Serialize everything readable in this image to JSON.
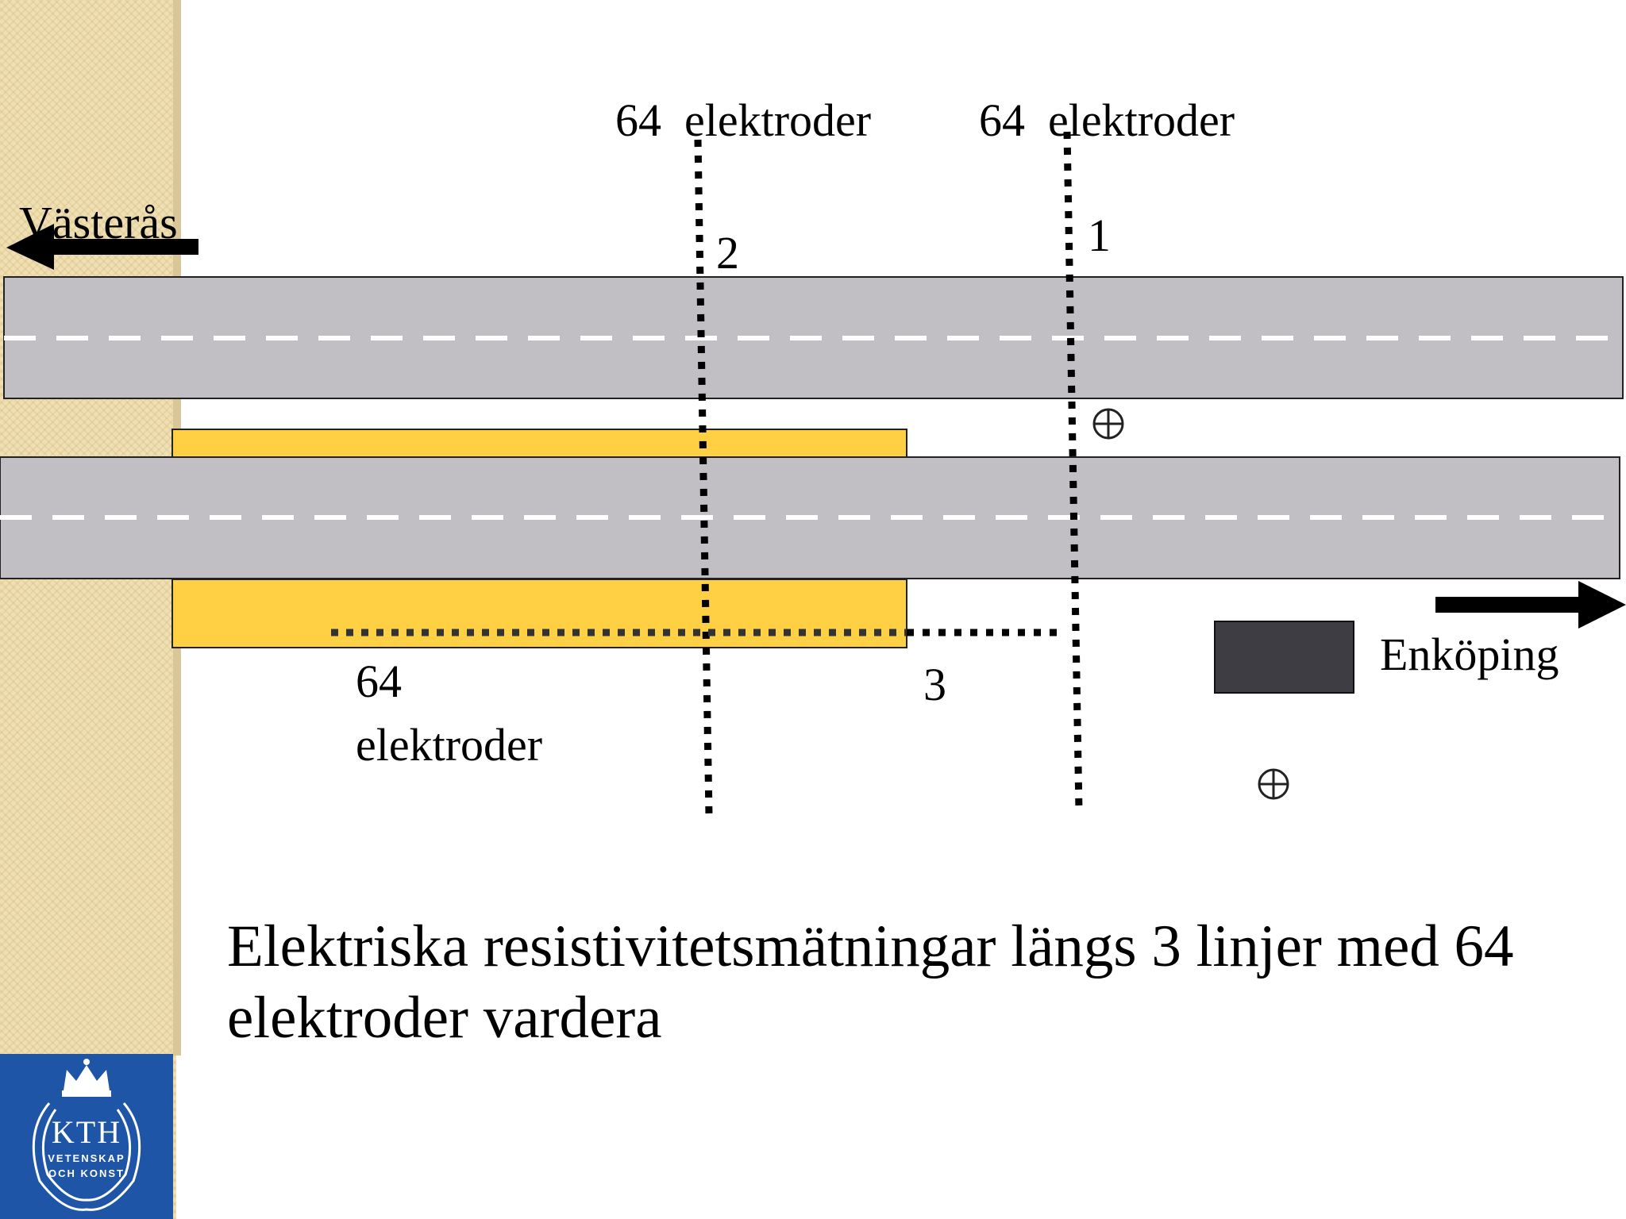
{
  "labels": {
    "line2_top": "64  elektroder",
    "line1_top": "64  elektroder",
    "line2_number": "2",
    "line1_number": "1",
    "line3_number": "3",
    "line3_count": "64",
    "line3_unit": "elektroder",
    "west_city": "Västerås",
    "east_city": "Enköping"
  },
  "caption": "Elektriska resistivitetsmätningar längs 3 linjer med 64 elektroder vardera",
  "logo": {
    "name": "KTH",
    "line1": "VETENSKAP",
    "line2": "OCH KONST"
  },
  "colors": {
    "road": "#c2bfc4",
    "road_marking": "#ffffff",
    "shoulder": "#ffd043",
    "building": "#3e3d43",
    "sidebar": "#efdfb3",
    "logo_background": "#1e55a6"
  },
  "icons": [
    "west-arrow-icon",
    "east-arrow-icon",
    "crosshair-marker-icon"
  ]
}
